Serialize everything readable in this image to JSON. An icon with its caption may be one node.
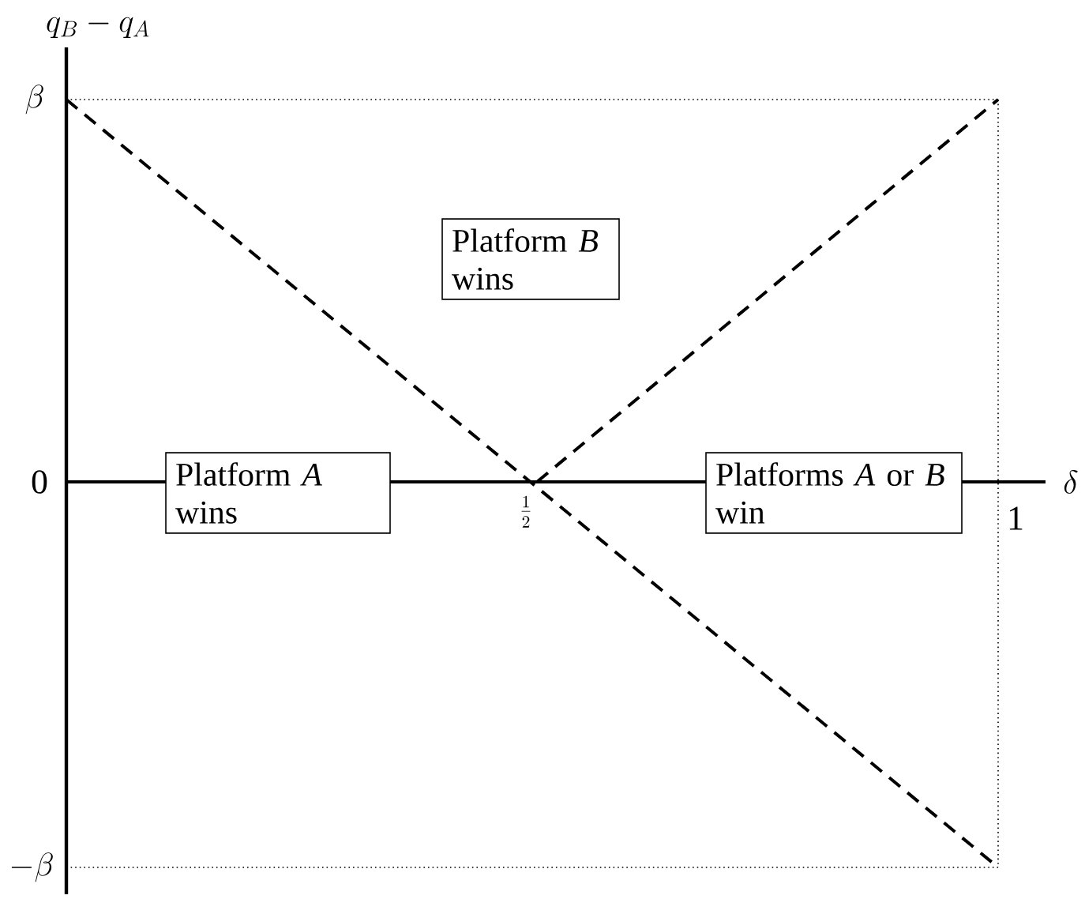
{
  "diagram": {
    "nodes": [
      {
        "text": [
          "Platform *B* wins"
        ]
      },
      {
        "text": [
          "Platform *A* wins"
        ]
      },
      {
        "text": [
          "Platforms *A* or *B* win"
        ]
      }
    ],
    "labels": [
      "q_B - q_A",
      "\\beta",
      "0",
      "\\delta",
      "\\frac{1}{2}",
      "1",
      "-\\beta"
    ]
  }
}
